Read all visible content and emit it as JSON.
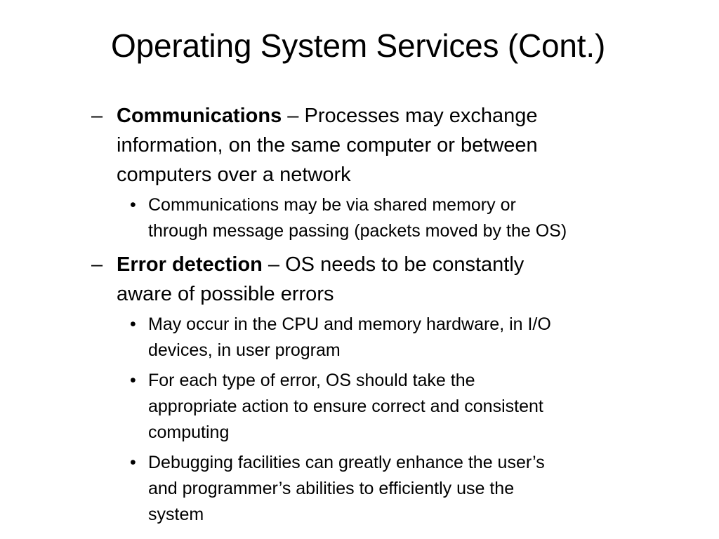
{
  "slide": {
    "title": "Operating System Services (Cont.)",
    "level1_marker": "–",
    "level2_marker": "•",
    "items": [
      {
        "term": "Communications",
        "separator": " – ",
        "lines": [
          "Processes may exchange",
          "information, on the same computer or between",
          "computers over a network"
        ],
        "subitems": [
          {
            "lines": [
              "Communications may be via shared memory or",
              "through message passing (packets moved by the OS)"
            ]
          }
        ]
      },
      {
        "term": "Error detection",
        "separator": " – ",
        "lines": [
          "OS needs to be constantly",
          "aware of possible errors"
        ],
        "subitems": [
          {
            "lines": [
              "May occur in the CPU and memory hardware, in I/O",
              "devices, in user program"
            ]
          },
          {
            "lines": [
              "For each type of error, OS should take the",
              "appropriate action to ensure correct and consistent",
              "computing"
            ]
          },
          {
            "lines": [
              "Debugging facilities can greatly enhance the user’s",
              "and programmer’s abilities to efficiently use the",
              "system"
            ]
          }
        ]
      }
    ]
  }
}
